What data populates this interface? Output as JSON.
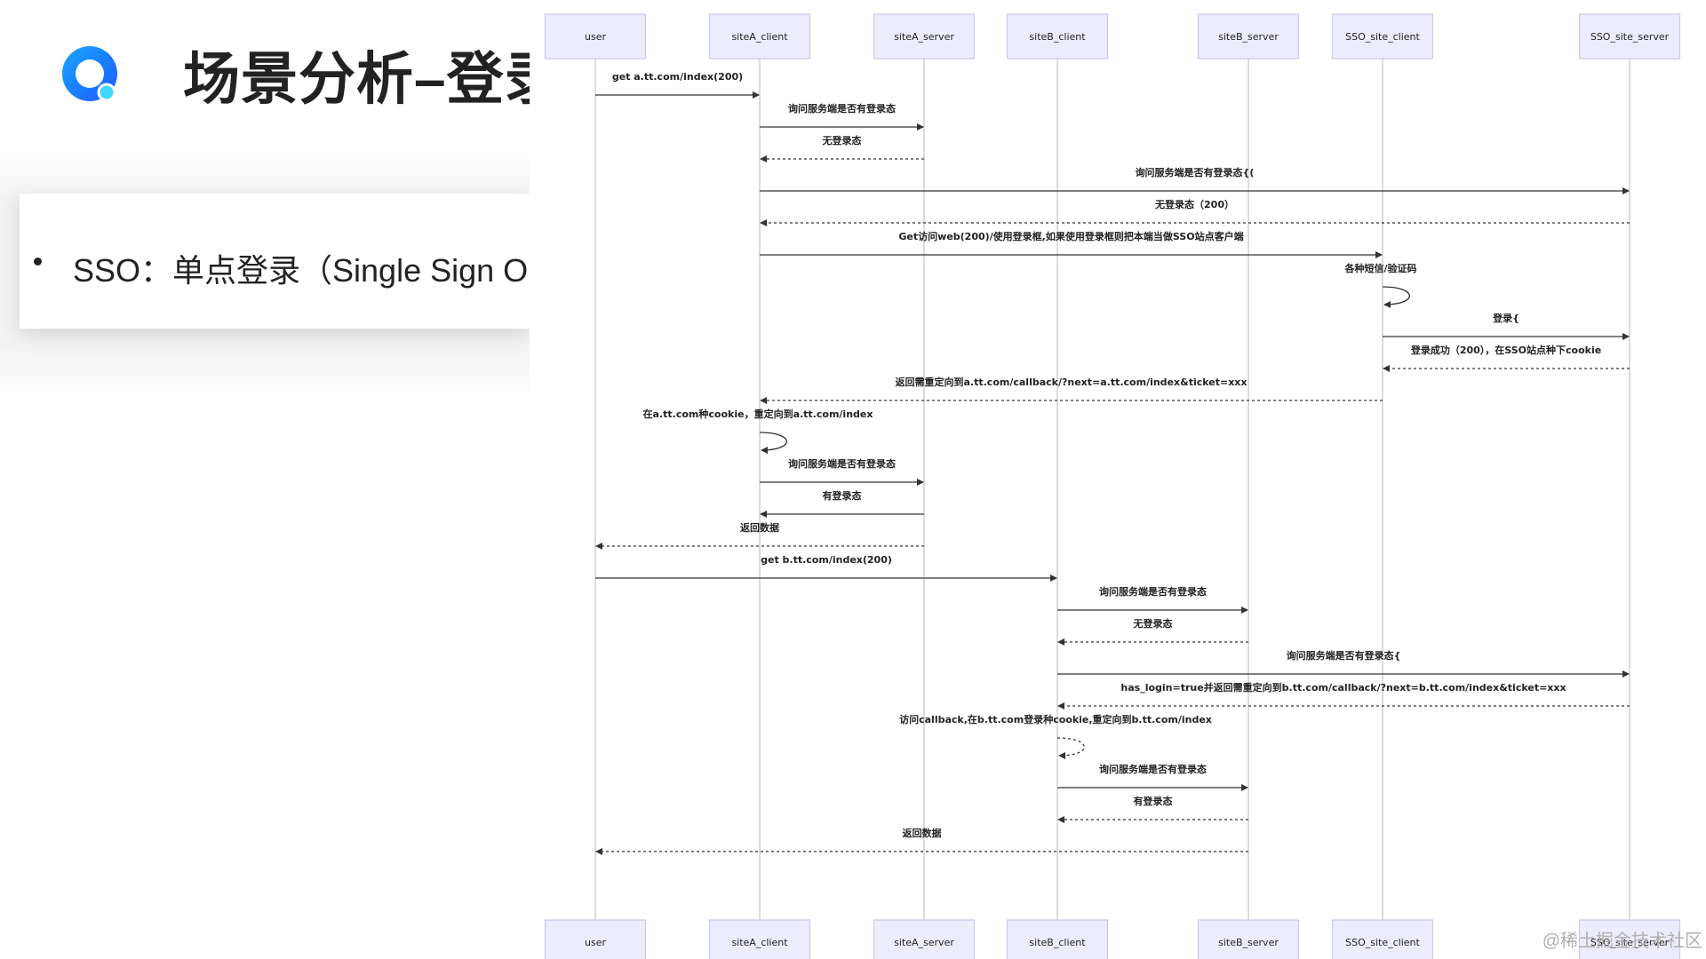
{
  "slide": {
    "title": "场景分析–登录",
    "bullet": "SSO：单点登录（Single Sign On",
    "watermark": "@稀土掘金技术社区"
  },
  "diagram": {
    "participants": [
      "user",
      "siteA_client",
      "siteA_server",
      "siteB_client",
      "siteB_server",
      "SSO_site_client",
      "SSO_site_server"
    ],
    "messages": [
      {
        "from": 0,
        "to": 1,
        "label": "get a.tt.com/index(200)",
        "dashed": false
      },
      {
        "from": 1,
        "to": 2,
        "label": "询问服务端是否有登录态",
        "dashed": false
      },
      {
        "from": 2,
        "to": 1,
        "label": "无登录态",
        "dashed": true
      },
      {
        "from": 1,
        "to": 6,
        "label": "询问服务端是否有登录态{(",
        "dashed": false
      },
      {
        "from": 6,
        "to": 1,
        "label": "无登录态（200）",
        "dashed": true
      },
      {
        "from": 1,
        "to": 5,
        "label": "Get访问web(200)/使用登录框,如果使用登录框则把本端当做SSO站点客户端",
        "dashed": false
      },
      {
        "from": 5,
        "to": 5,
        "label": "各种短信/验证码",
        "dashed": false
      },
      {
        "from": 5,
        "to": 6,
        "label": "登录{",
        "dashed": false
      },
      {
        "from": 6,
        "to": 5,
        "label": "登录成功（200），在SSO站点种下cookie",
        "dashed": true
      },
      {
        "from": 5,
        "to": 1,
        "label": "返回需重定向到a.tt.com/callback/?next=a.tt.com/index&ticket=xxx",
        "dashed": true
      },
      {
        "from": 1,
        "to": 1,
        "label": "在a.tt.com种cookie，重定向到a.tt.com/index",
        "dashed": false
      },
      {
        "from": 1,
        "to": 2,
        "label": "询问服务端是否有登录态",
        "dashed": false
      },
      {
        "from": 2,
        "to": 1,
        "label": "有登录态",
        "dashed": false
      },
      {
        "from": 2,
        "to": 0,
        "label": "返回数据",
        "dashed": true
      },
      {
        "from": 0,
        "to": 3,
        "label": "get b.tt.com/index(200)",
        "dashed": false
      },
      {
        "from": 3,
        "to": 4,
        "label": "询问服务端是否有登录态",
        "dashed": false
      },
      {
        "from": 4,
        "to": 3,
        "label": "无登录态",
        "dashed": true
      },
      {
        "from": 3,
        "to": 6,
        "label": "询问服务端是否有登录态{",
        "dashed": false
      },
      {
        "from": 6,
        "to": 3,
        "label": "has_login=true并返回需重定向到b.tt.com/callback/?next=b.tt.com/index&ticket=xxx",
        "dashed": true
      },
      {
        "from": 3,
        "to": 3,
        "label": "访问callback,在b.tt.com登录种cookie,重定向到b.tt.com/index",
        "dashed": true
      },
      {
        "from": 3,
        "to": 4,
        "label": "询问服务端是否有登录态",
        "dashed": false
      },
      {
        "from": 4,
        "to": 3,
        "label": "有登录态",
        "dashed": true
      },
      {
        "from": 4,
        "to": 0,
        "label": "返回数据",
        "dashed": true
      }
    ]
  }
}
